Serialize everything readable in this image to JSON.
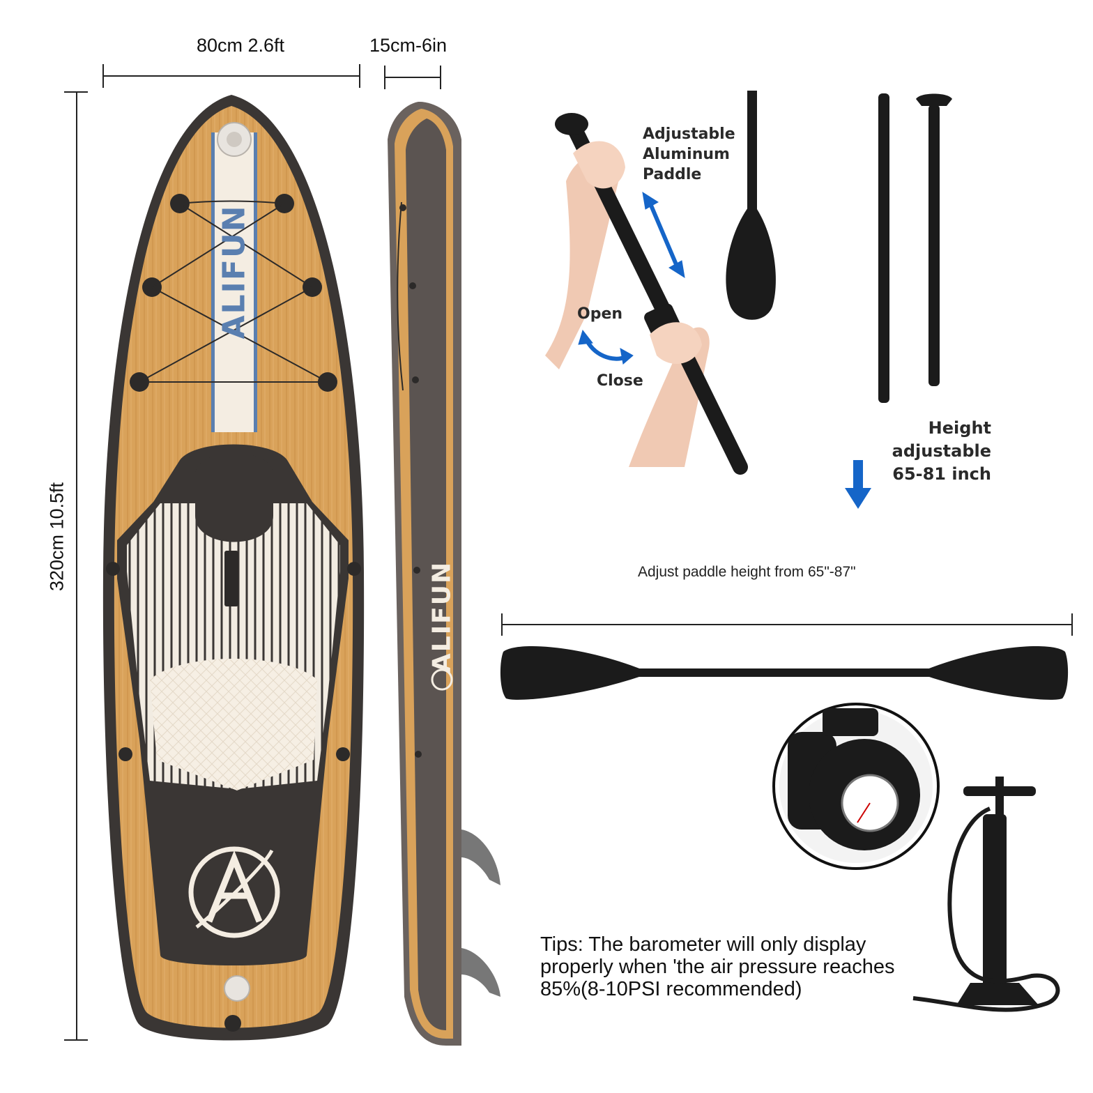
{
  "dimensions": {
    "width_label": "80cm 2.6ft",
    "thickness_label": "15cm-6in",
    "length_label": "320cm  10.5ft"
  },
  "board": {
    "brand": "ALIFUN",
    "colors": {
      "wood": "#d9a25a",
      "dark": "#3a3634",
      "cream": "#f4ede2",
      "stripe": "#5a7fb0"
    }
  },
  "paddle_section": {
    "title_lines": [
      "Adjustable",
      "Aluminum",
      "Paddle"
    ],
    "open_label": "Open",
    "close_label": "Close",
    "height_lines": [
      "Height adjustable",
      "65-81 inch"
    ],
    "arrow_color": "#1565c8"
  },
  "kayak_paddle": {
    "caption": "Adjust paddle height from 65\"-87\""
  },
  "pump": {
    "tips_lines": [
      "Tips: The barometer will only display",
      "properly when 'the air pressure reaches",
      "85%(8-10PSI recommended)"
    ]
  }
}
